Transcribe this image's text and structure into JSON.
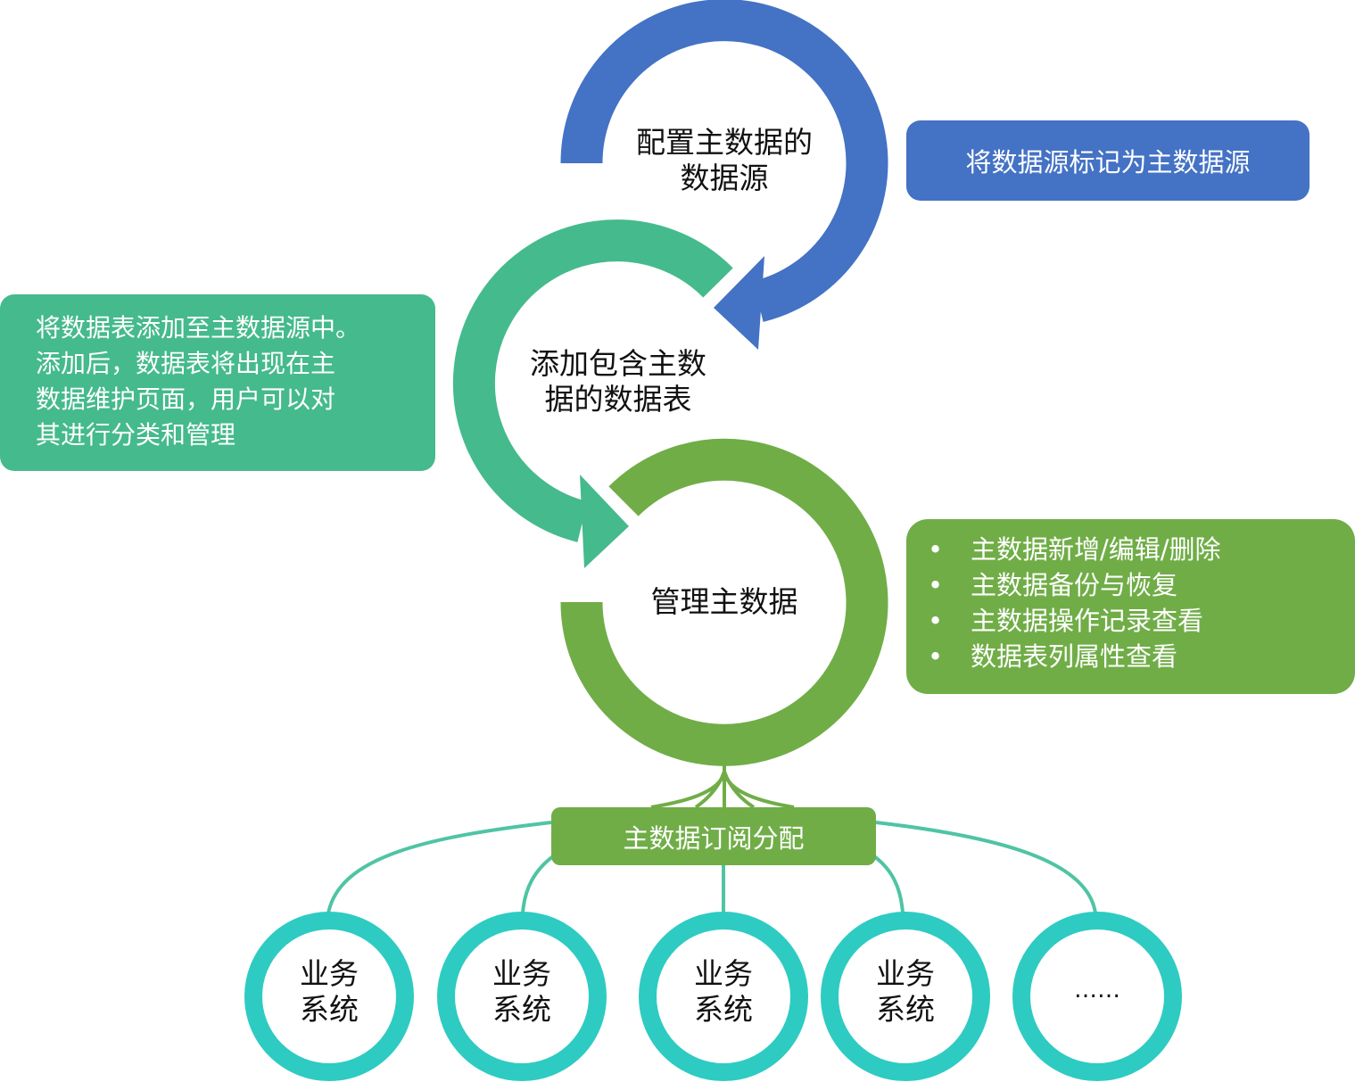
{
  "steps": {
    "step1": {
      "line1": "配置主数据的",
      "line2": "数据源",
      "color": "#4472C4"
    },
    "step2": {
      "line1": "添加包含主数",
      "line2": "据的数据表",
      "color": "#45BA8D"
    },
    "step3": {
      "label": "管理主数据",
      "color": "#70AD47"
    }
  },
  "notes": {
    "step1_note": "将数据源标记为主数据源",
    "step2_note": [
      "将数据表添加至主数据源中。",
      "添加后，数据表将出现在主",
      "数据维护页面，用户可以对",
      "其进行分类和管理"
    ],
    "step3_bullet": "•",
    "step3_items": [
      "主数据新增/编辑/删除",
      "主数据备份与恢复",
      "主数据操作记录查看",
      "数据表列属性查看"
    ]
  },
  "distribution": {
    "label": "主数据订阅分配",
    "systems": [
      {
        "line1": "业务",
        "line2": "系统"
      },
      {
        "line1": "业务",
        "line2": "系统"
      },
      {
        "line1": "业务",
        "line2": "系统"
      },
      {
        "line1": "业务",
        "line2": "系统"
      },
      {
        "line1": "……",
        "line2": ""
      }
    ],
    "circle_color": "#2ECBC2"
  }
}
